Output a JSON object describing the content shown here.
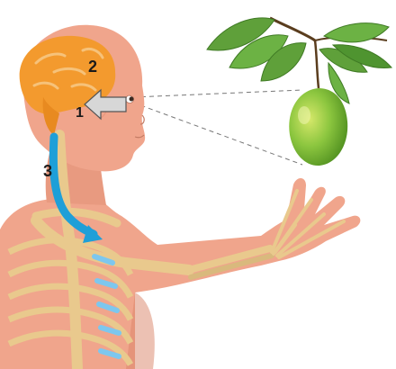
{
  "diagram": {
    "steps": [
      {
        "number": "1",
        "color": "#1a1a1a"
      },
      {
        "number": "2",
        "color": "#1a1a1a"
      },
      {
        "number": "3",
        "color": "#1a1a1a"
      }
    ],
    "colors": {
      "skin": "#f0a58c",
      "skin_shadow": "#d98368",
      "brain": "#f39a2e",
      "brain_fold": "#f6b45d",
      "bone": "#e9c98d",
      "bone_shadow": "#c9a56a",
      "nerve_arrow": "#1e9fd8",
      "rib_highlight": "#7dc7ee",
      "signal_arrow": "#d7d7d7",
      "mango": "#8cc63f",
      "mango_dark": "#4f8f1f",
      "leaf": "#5fa03a",
      "leaf_dark": "#3f7a24",
      "sight_line": "#777777"
    },
    "objects": [
      "brain-icon",
      "eye-icon",
      "mango-fruit-icon",
      "leaf-branch-icon",
      "spinal-cord-arrow-icon",
      "hand-skeleton-icon"
    ]
  }
}
